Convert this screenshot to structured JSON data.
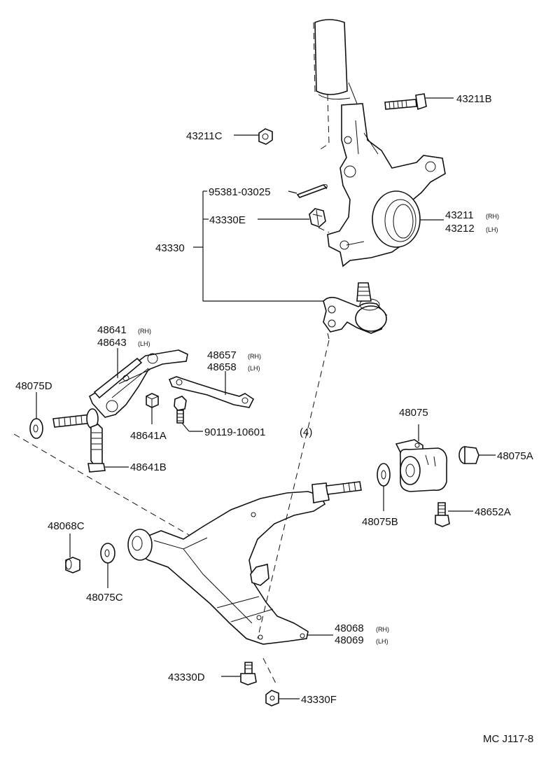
{
  "parts": {
    "p43211B": "43211B",
    "p43211C": "43211C",
    "p95381": "95381-03025",
    "p43330E": "43330E",
    "p43330": "43330",
    "p43211": "43211",
    "p43212": "43212",
    "p48641": "48641",
    "p48643": "48643",
    "p48657": "48657",
    "p48658": "48658",
    "p48075D": "48075D",
    "p48641A": "48641A",
    "p90119": "90119-10601",
    "p90119_qty": "(4)",
    "p48641B": "48641B",
    "p48075": "48075",
    "p48075A": "48075A",
    "p48075B": "48075B",
    "p48652A": "48652A",
    "p48068C": "48068C",
    "p48075C": "48075C",
    "p48068": "48068",
    "p48069": "48069",
    "p43330D": "43330D",
    "p43330F": "43330F"
  },
  "side": {
    "rh": "(RH)",
    "lh": "(LH)"
  },
  "footer": {
    "code": "MC J117-8"
  }
}
